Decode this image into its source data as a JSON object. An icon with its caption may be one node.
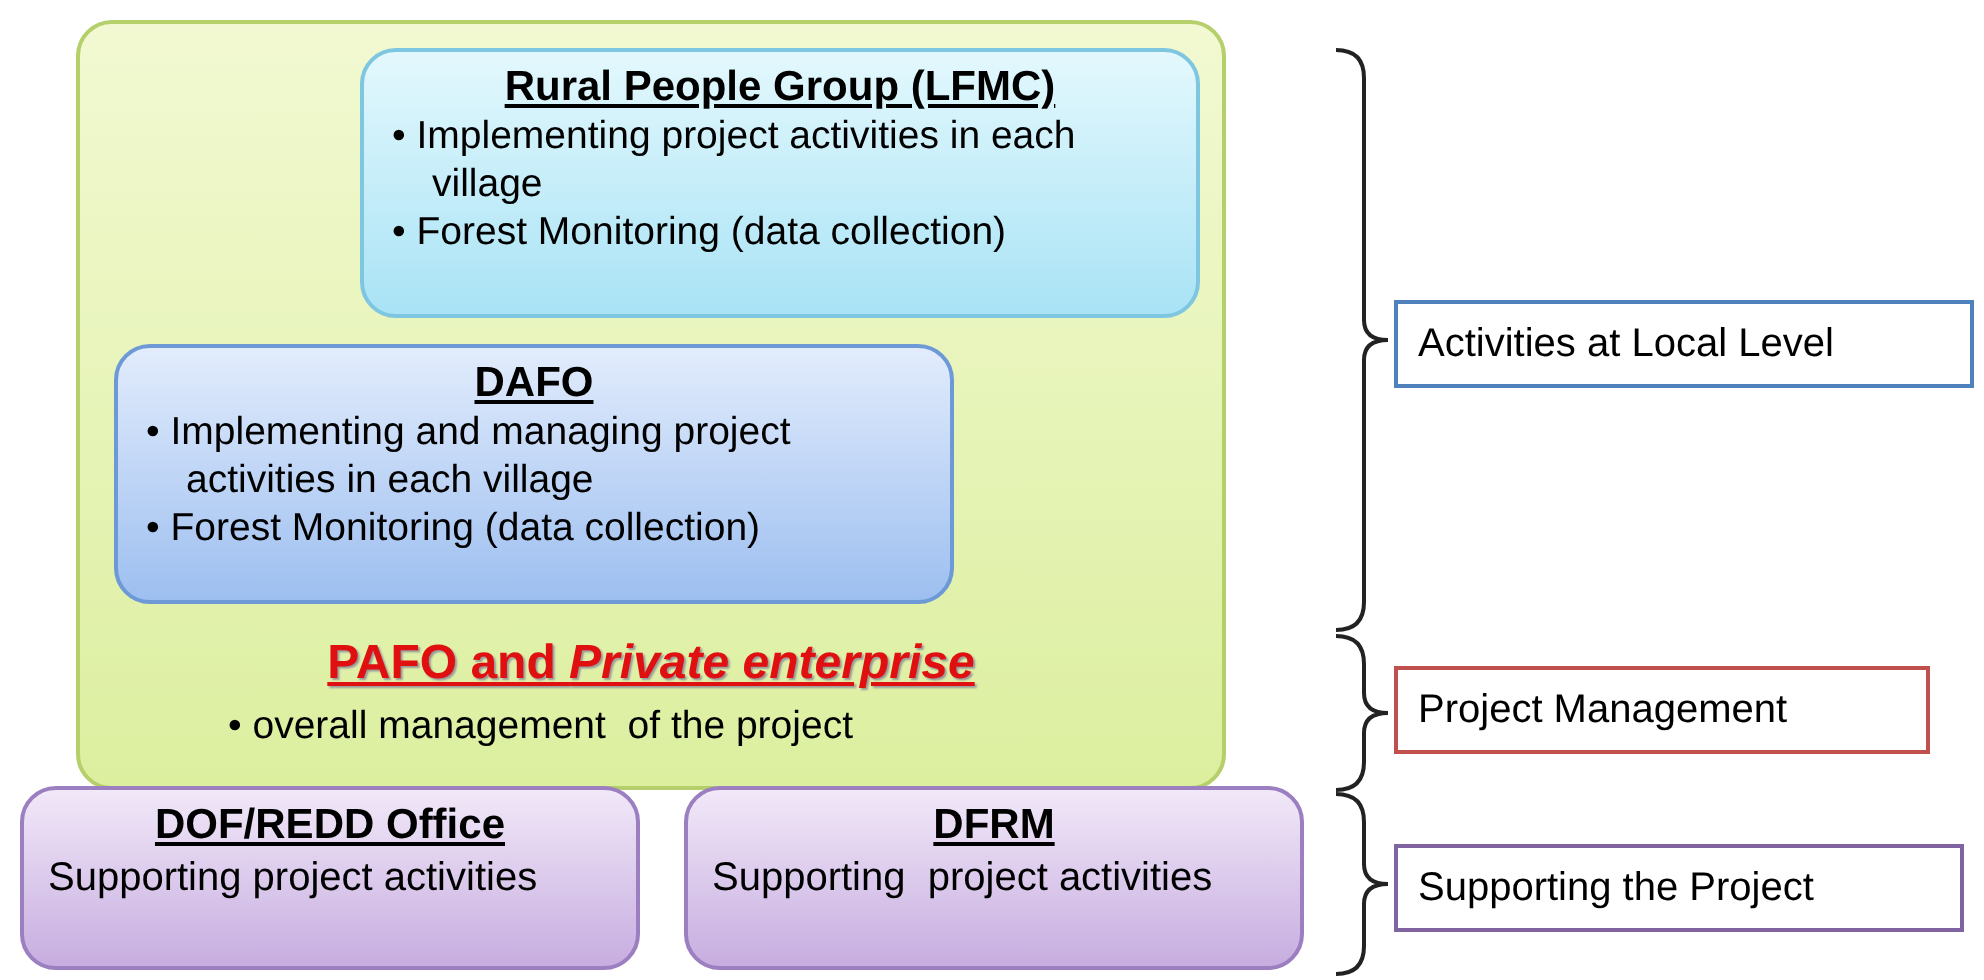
{
  "diagram": {
    "nodes": [
      {
        "text": [
          "PAFO and *Private enterprise*",
          "• overall management  of the project"
        ]
      },
      {
        "text": [
          "Rural People Group (LFMC)",
          "• Implementing project activities in each village",
          "• Forest Monitoring (data collection)"
        ],
        "in": 0
      },
      {
        "text": [
          "DAFO",
          "• Implementing and managing project activities in each village",
          "• Forest Monitoring (data collection)"
        ],
        "in": 0
      },
      {
        "text": [
          "DOF/REDD Office",
          "Supporting project activities"
        ]
      },
      {
        "text": [
          "DFRM",
          "Supporting  project activities"
        ]
      },
      {
        "text": [
          "Activities at Local Level"
        ]
      },
      {
        "text": [
          "Project Management"
        ]
      },
      {
        "text": [
          "Supporting the Project"
        ]
      }
    ]
  }
}
